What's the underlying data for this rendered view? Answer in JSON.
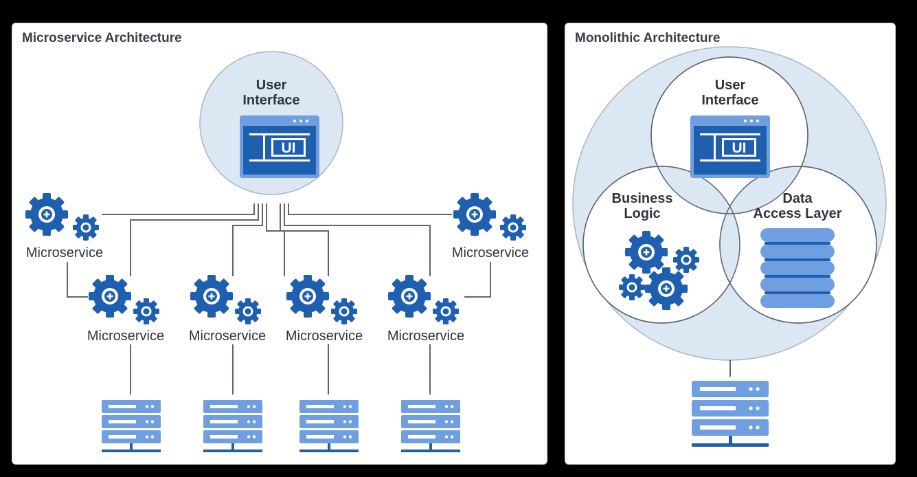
{
  "microservice_panel": {
    "title": "Microservice Architecture",
    "ui_label_line1": "User",
    "ui_label_line2": "Interface",
    "ui_glyph": "UI",
    "service_label": "Microservice",
    "service_count": 6
  },
  "monolithic_panel": {
    "title": "Monolithic Architecture",
    "ui_label_line1": "User",
    "ui_label_line2": "Interface",
    "ui_glyph": "UI",
    "business_label_line1": "Business",
    "business_label_line2": "Logic",
    "data_label_line1": "Data",
    "data_label_line2": "Access Layer"
  },
  "colors": {
    "accent": "#1f5fb0",
    "accent_light": "#6f9fe0",
    "circle_fill": "#dbe7f3",
    "line": "#5e6670"
  },
  "icons": [
    "gear-icon",
    "ui-window-icon",
    "server-icon",
    "database-icon"
  ]
}
